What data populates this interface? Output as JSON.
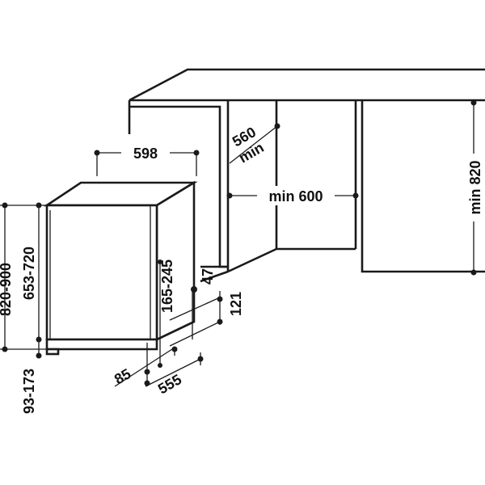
{
  "dimensions": {
    "width_598": "598",
    "depth_560": "560",
    "depth_560_unit": "min",
    "cabinet_width": "min 600",
    "cabinet_height": "min 820",
    "total_height": "820-900",
    "body_height": "653-720",
    "foot_height": "93-173",
    "panel_offset": "165-245",
    "gap_47": "47",
    "gap_121": "121",
    "foot_depth_85": "85",
    "depth_555": "555"
  },
  "colors": {
    "line": "#1a1a1a",
    "background": "#ffffff"
  }
}
